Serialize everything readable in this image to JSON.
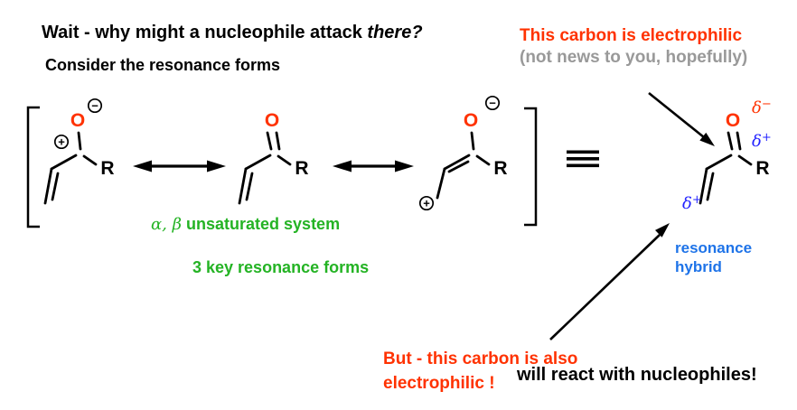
{
  "colors": {
    "red": "#FF3200",
    "green": "#24B324",
    "blue_label": "#1E73E8",
    "blue_delta": "#2222FF",
    "gray": "#999999",
    "black": "#000000"
  },
  "header": {
    "question_prefix": "Wait - why might a nucleophile attack ",
    "question_emphasis": "there?",
    "subtitle": "Consider the resonance forms"
  },
  "callouts": {
    "top_red": "This carbon is electrophilic",
    "top_gray": "(not news to you, hopefully)",
    "green_greek": "α, β",
    "green_line1_rest": " unsaturated system",
    "green_line2": "3 key resonance forms",
    "hybrid_line1": "resonance",
    "hybrid_line2": "hybrid",
    "bottom_red_line1": "But - this carbon is also",
    "bottom_red_line2": "electrophilic !",
    "bottom_black": "will react with nucleophiles!"
  },
  "molecules": {
    "form1": {
      "oxygen": "O",
      "r_group": "R",
      "oxygen_charge": "−",
      "carbon_charge": "+"
    },
    "form2": {
      "oxygen": "O",
      "r_group": "R"
    },
    "form3": {
      "oxygen": "O",
      "r_group": "R",
      "oxygen_charge": "−",
      "carbon_charge": "+"
    },
    "hybrid": {
      "oxygen": "O",
      "r_group": "R",
      "delta": "δ",
      "minus_sign": "−",
      "plus_sign": "+"
    }
  },
  "symbols": {
    "equivalence": "≡",
    "resonance_arrow": "↔"
  }
}
